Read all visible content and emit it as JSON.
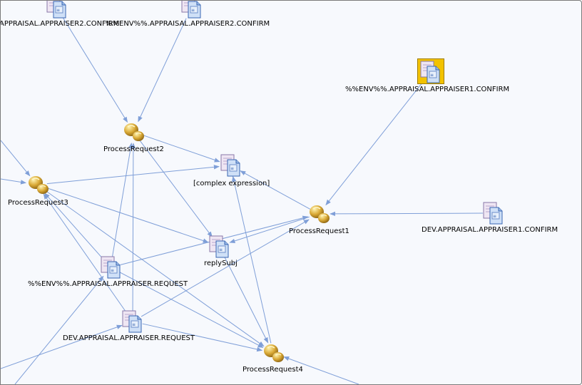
{
  "diagram": {
    "colors": {
      "edge": "#7f9fd8",
      "background": "#f7f9fd",
      "selection": "#f2c200",
      "process_gold": "#d4a93a"
    },
    "nodes": [
      {
        "id": "env_appraiser2_confirm_top_left",
        "type": "subject",
        "icon": "subject-icon",
        "label": "APPRAISAL.APPRAISER2.CONFIRM"
      },
      {
        "id": "env_appraiser2_confirm",
        "type": "subject",
        "icon": "subject-icon",
        "label": "%%ENV%%.APPRAISAL.APPRAISER2.CONFIRM"
      },
      {
        "id": "env_appraiser1_confirm",
        "type": "subject",
        "icon": "subject-icon",
        "label": "%%ENV%%.APPRAISAL.APPRAISER1.CONFIRM",
        "selected": true
      },
      {
        "id": "process_request2",
        "type": "process",
        "icon": "process-request-icon",
        "label": "ProcessRequest2"
      },
      {
        "id": "complex_expression",
        "type": "subject",
        "icon": "subject-icon",
        "label": "[complex expression]"
      },
      {
        "id": "process_request3",
        "type": "process",
        "icon": "process-request-icon",
        "label": "ProcessRequest3"
      },
      {
        "id": "process_request1",
        "type": "process",
        "icon": "process-request-icon",
        "label": "ProcessRequest1"
      },
      {
        "id": "dev_appraiser1_confirm",
        "type": "subject",
        "icon": "subject-icon",
        "label": "DEV.APPRAISAL.APPRAISER1.CONFIRM"
      },
      {
        "id": "reply_subj",
        "type": "subject",
        "icon": "subject-icon",
        "label": "replySubj"
      },
      {
        "id": "env_appraiser_request",
        "type": "subject",
        "icon": "subject-icon",
        "label": "%%ENV%%.APPRAISAL.APPRAISER.REQUEST"
      },
      {
        "id": "dev_appraiser_request",
        "type": "subject",
        "icon": "subject-icon",
        "label": "DEV.APPRAISAL.APPRAISER.REQUEST"
      },
      {
        "id": "process_request4",
        "type": "process",
        "icon": "process-request-icon",
        "label": "ProcessRequest4"
      }
    ],
    "edges": [
      {
        "from": "env_appraiser2_confirm_top_left",
        "to": "process_request2"
      },
      {
        "from": "env_appraiser2_confirm",
        "to": "process_request2"
      },
      {
        "from": "env_appraiser1_confirm",
        "to": "process_request1"
      },
      {
        "from": "dev_appraiser1_confirm",
        "to": "process_request1"
      },
      {
        "from": "process_request2",
        "to": "complex_expression"
      },
      {
        "from": "process_request2",
        "to": "reply_subj"
      },
      {
        "from": "process_request3",
        "to": "complex_expression"
      },
      {
        "from": "process_request3",
        "to": "reply_subj"
      },
      {
        "from": "process_request3",
        "to": "process_request4"
      },
      {
        "from": "process_request1",
        "to": "complex_expression"
      },
      {
        "from": "process_request1",
        "to": "reply_subj"
      },
      {
        "from": "env_appraiser_request",
        "to": "process_request1"
      },
      {
        "from": "env_appraiser_request",
        "to": "process_request2"
      },
      {
        "from": "env_appraiser_request",
        "to": "process_request3"
      },
      {
        "from": "env_appraiser_request",
        "to": "process_request4"
      },
      {
        "from": "dev_appraiser_request",
        "to": "process_request1"
      },
      {
        "from": "dev_appraiser_request",
        "to": "process_request2"
      },
      {
        "from": "dev_appraiser_request",
        "to": "process_request3"
      },
      {
        "from": "dev_appraiser_request",
        "to": "process_request4"
      },
      {
        "from": "reply_subj",
        "to": "process_request4"
      },
      {
        "from": "process_request4",
        "to": "complex_expression"
      },
      {
        "from": "offscreen_left_top",
        "to": "process_request3"
      },
      {
        "from": "offscreen_left_mid",
        "to": "process_request3"
      },
      {
        "from": "offscreen_bottom_left",
        "to": "dev_appraiser_request"
      },
      {
        "from": "offscreen_bottom_left2",
        "to": "env_appraiser_request"
      },
      {
        "from": "offscreen_bottom_right",
        "to": "process_request4"
      }
    ]
  }
}
